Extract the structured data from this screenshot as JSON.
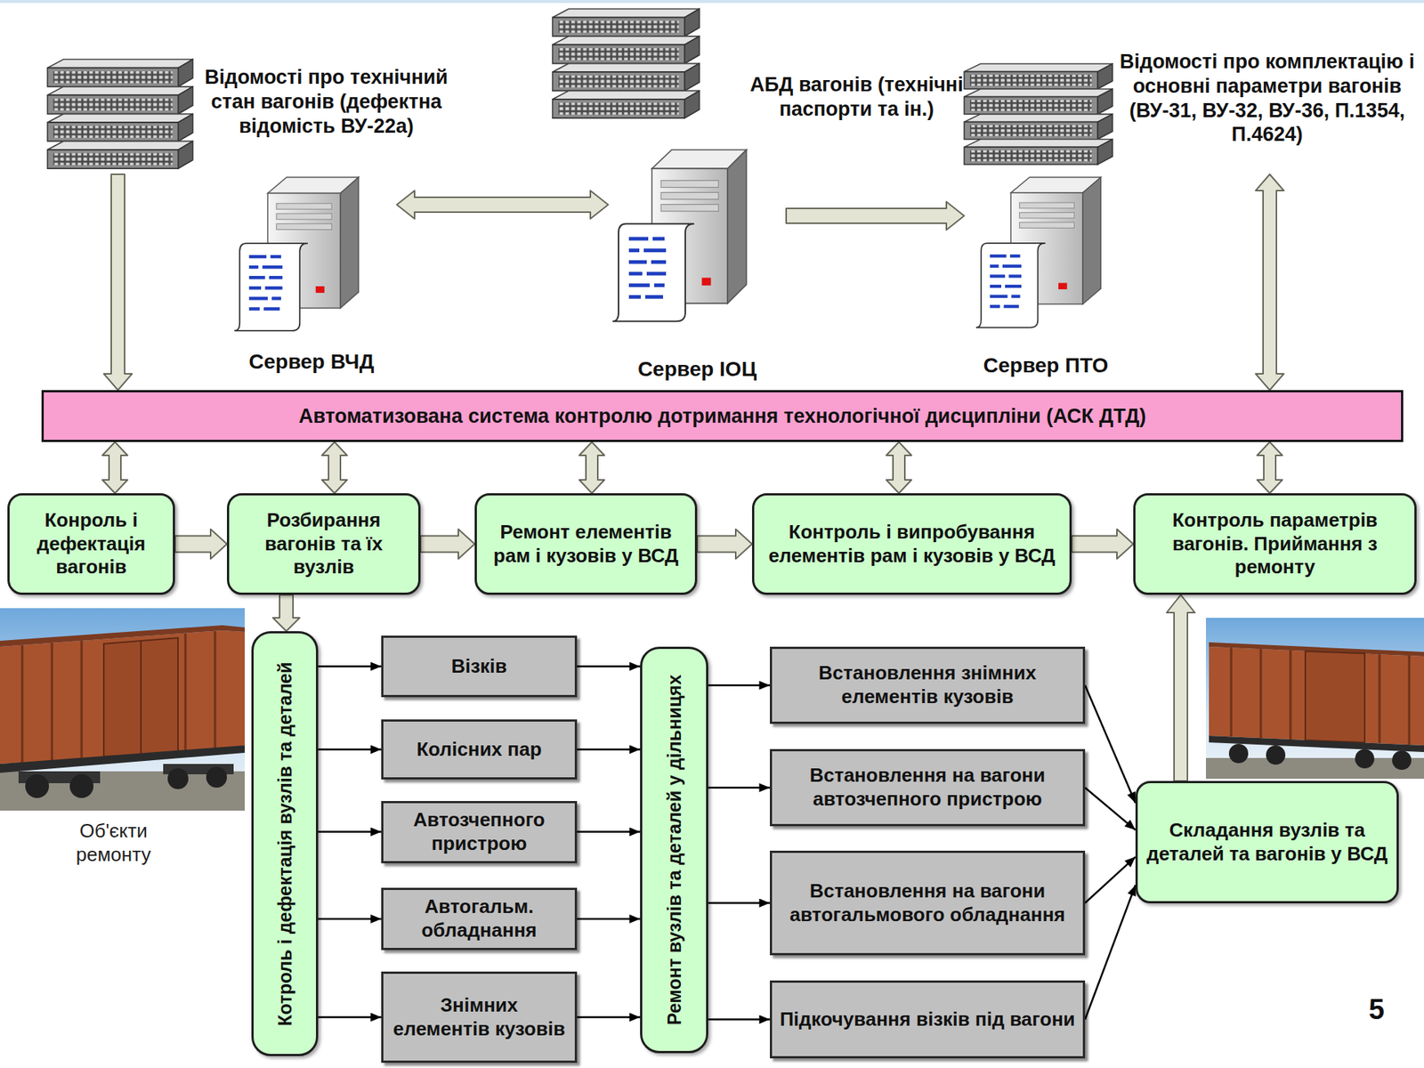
{
  "diagram": {
    "nodes": [
      {
        "text": [
          "Відомості про технічний стан вагонів (дефектна відомість ВУ-22а)"
        ]
      },
      {
        "text": [
          "Відомості про комплектацію і основні параметри вагонів (ВУ-31, ВУ-32, ВУ-36, П.1354, П.4624)"
        ]
      },
      {
        "text": [
          "Сервер ВЧД"
        ]
      },
      {
        "text": [
          "Сервер ІОЦ"
        ]
      },
      {
        "text": [
          "Сервер ПТО"
        ]
      },
      {
        "text": [
          "Автоматизована система контролю дотримання технологічної дисципліни (АСК ДТД)"
        ]
      },
      {
        "text": [
          "Конроль і дефектація вагонів"
        ]
      },
      {
        "text": [
          "Розбирання вагонів та їх вузлів"
        ]
      },
      {
        "text": [
          "Ремонт елементів рам і кузовів у ВСД"
        ]
      },
      {
        "text": [
          "Контроль і випробування елементів рам і кузовів у ВСД"
        ]
      },
      {
        "text": [
          "Контроль параметрів вагонів. Приймання з ремонту"
        ]
      },
      {
        "text": [
          "Котроль і дефектація вузлів та деталей"
        ]
      },
      {
        "text": [
          "Візків"
        ]
      },
      {
        "text": [
          "Колісних пар"
        ]
      },
      {
        "text": [
          "Автозчепного пристрою"
        ]
      },
      {
        "text": [
          "Автогальм. обладнання"
        ]
      },
      {
        "text": [
          "Знімних елементів кузовів"
        ]
      },
      {
        "text": [
          "Ремонт вузлів та деталей у дільницях"
        ]
      },
      {
        "text": [
          "Встановлення знімних елементів кузовів"
        ]
      },
      {
        "text": [
          "Встановлення на вагони автозчепного пристрою"
        ]
      },
      {
        "text": [
          "Встановлення на вагони автогальмового обладнання"
        ]
      },
      {
        "text": [
          "Підкочування візків під вагони"
        ]
      },
      {
        "text": [
          "Складання вузлів та деталей та вагонів у ВСД"
        ]
      }
    ],
    "edges": [
      {
        "from": 0,
        "to": 5,
        "arrow": "to"
      },
      {
        "from": 1,
        "to": 5,
        "arrow": "both"
      },
      {
        "from": 2,
        "to": 3,
        "arrow": "both"
      },
      {
        "from": 3,
        "to": 4,
        "arrow": "to"
      },
      {
        "from": 5,
        "to": 6,
        "arrow": "both"
      },
      {
        "from": 5,
        "to": 7,
        "arrow": "both"
      },
      {
        "from": 5,
        "to": 8,
        "arrow": "both"
      },
      {
        "from": 5,
        "to": 9,
        "arrow": "both"
      },
      {
        "from": 5,
        "to": 10,
        "arrow": "both"
      },
      {
        "from": 6,
        "to": 7,
        "arrow": "to"
      },
      {
        "from": 7,
        "to": 8,
        "arrow": "to"
      },
      {
        "from": 8,
        "to": 9,
        "arrow": "to"
      },
      {
        "from": 9,
        "to": 10,
        "arrow": "to"
      },
      {
        "from": 7,
        "to": 11,
        "arrow": "to"
      },
      {
        "from": 11,
        "to": 12,
        "arrow": "to"
      },
      {
        "from": 11,
        "to": 13,
        "arrow": "to"
      },
      {
        "from": 11,
        "to": 14,
        "arrow": "to"
      },
      {
        "from": 11,
        "to": 15,
        "arrow": "to"
      },
      {
        "from": 11,
        "to": 16,
        "arrow": "to"
      },
      {
        "from": 12,
        "to": 17,
        "arrow": "to"
      },
      {
        "from": 13,
        "to": 17,
        "arrow": "to"
      },
      {
        "from": 14,
        "to": 17,
        "arrow": "to"
      },
      {
        "from": 15,
        "to": 17,
        "arrow": "to"
      },
      {
        "from": 16,
        "to": 17,
        "arrow": "to"
      },
      {
        "from": 17,
        "to": 18,
        "arrow": "to"
      },
      {
        "from": 17,
        "to": 19,
        "arrow": "to"
      },
      {
        "from": 17,
        "to": 20,
        "arrow": "to"
      },
      {
        "from": 17,
        "to": 21,
        "arrow": "to"
      },
      {
        "from": 18,
        "to": 22,
        "arrow": "to"
      },
      {
        "from": 19,
        "to": 22,
        "arrow": "to"
      },
      {
        "from": 20,
        "to": 22,
        "arrow": "to"
      },
      {
        "from": 21,
        "to": 22,
        "arrow": "to"
      },
      {
        "from": 22,
        "to": 10,
        "arrow": "to"
      }
    ],
    "labels": [
      "АБД вагонів (технічні паспорти та ін.)",
      "Об'єкти ремонту",
      "5"
    ]
  }
}
